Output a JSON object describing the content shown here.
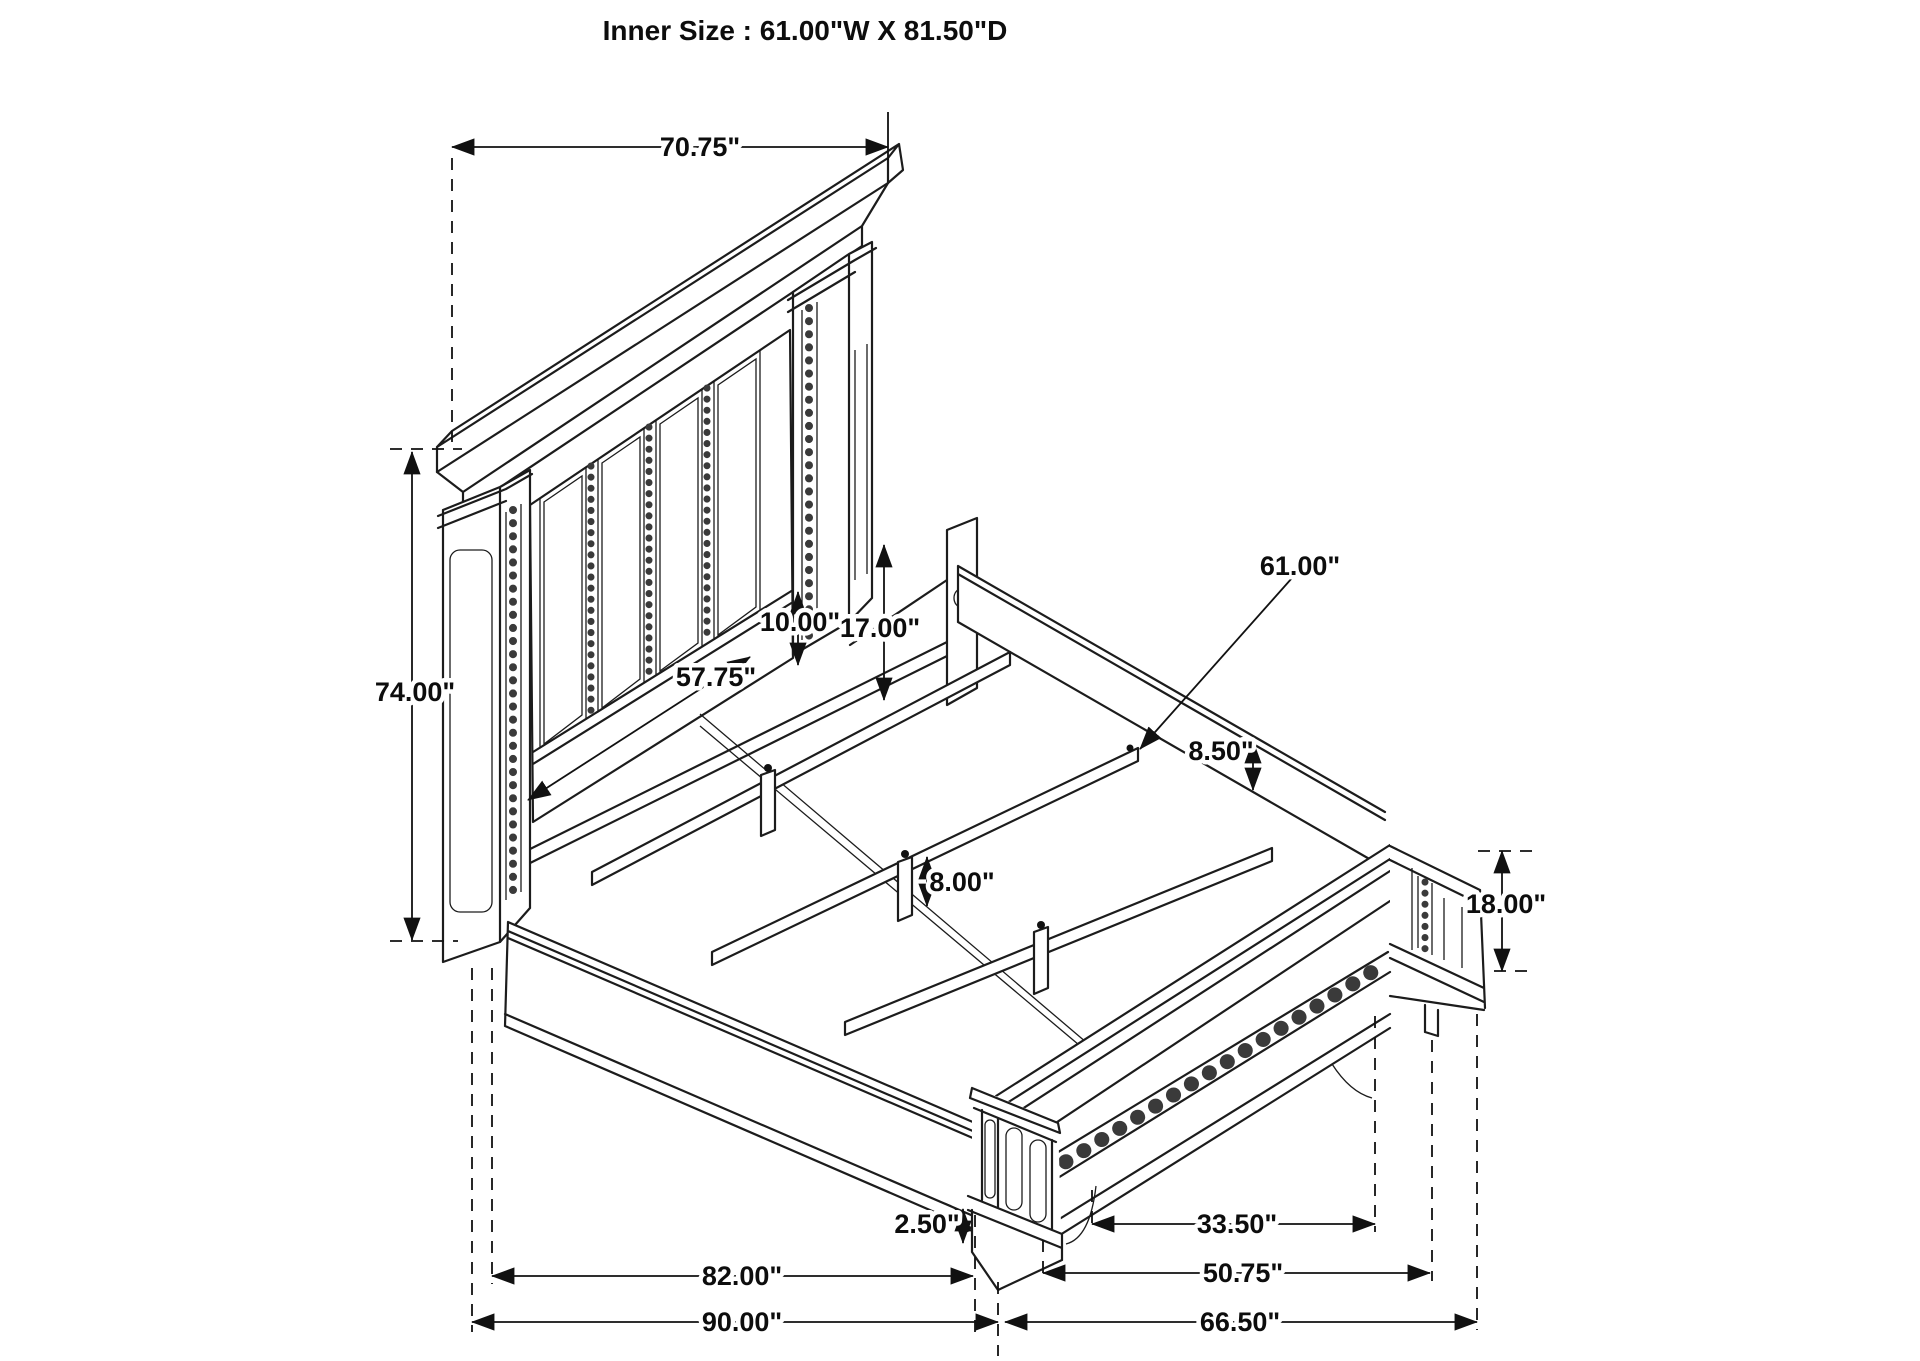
{
  "title": "Inner Size : 61.00\"W X 81.50\"D",
  "drawing": {
    "type": "isometric bed frame technical drawing",
    "line_color": "#1c1c1c",
    "background": "#ffffff"
  },
  "dimensions": {
    "headboard_width": "70.75\"",
    "headboard_height": "74.00\"",
    "bottom_rail_height": "10.00\"",
    "headboard_base_height": "17.00\"",
    "panel_width": "57.75\"",
    "slat_length": "61.00\"",
    "side_rail_height": "8.50\"",
    "center_leg_height": "8.00\"",
    "footboard_height": "18.00\"",
    "foot_clearance": "2.50\"",
    "side_rail_length": "82.00\"",
    "overall_depth": "90.00\"",
    "footboard_center_span": "33.50\"",
    "footboard_panel_width": "50.75\"",
    "overall_width": "66.50\""
  }
}
